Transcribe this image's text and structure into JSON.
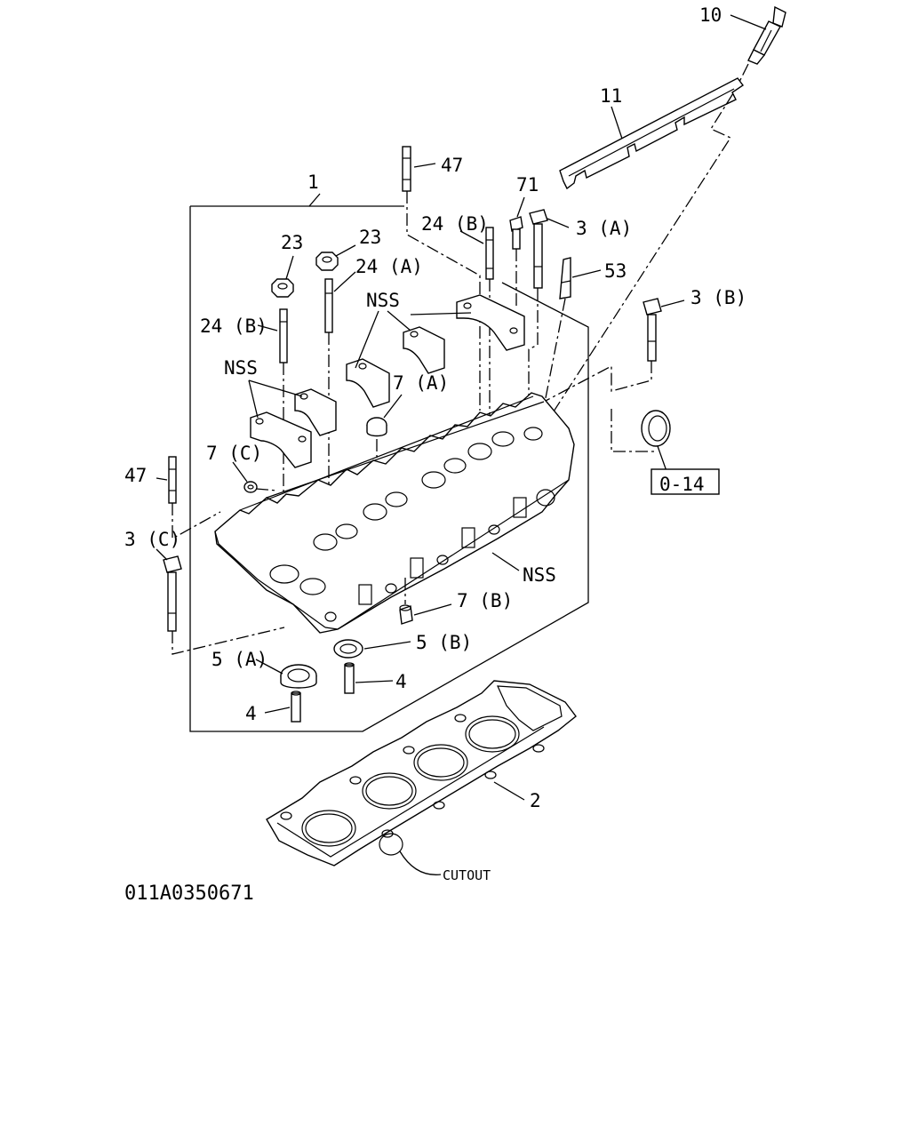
{
  "diagram_code": "011A0350671",
  "ref_box_label": "0-14",
  "labels": {
    "p10": "10",
    "p11": "11",
    "p47_top": "47",
    "p1": "1",
    "p71": "71",
    "p24b_top": "24 (B)",
    "p3a": "3 (A)",
    "p23_left": "23",
    "p23_right": "23",
    "p24a": "24 (A)",
    "p53": "53",
    "nss_top": "NSS",
    "p3b": "3 (B)",
    "p24b_left": "24 (B)",
    "nss_left": "NSS",
    "p7a": "7 (A)",
    "p7c": "7 (C)",
    "p47_left": "47",
    "p3c": "3 (C)",
    "nss_right": "NSS",
    "p7b": "7 (B)",
    "p5b": "5 (B)",
    "p5a": "5 (A)",
    "p4_right": "4",
    "p4_left": "4",
    "p2": "2",
    "cutout": "CUTOUT"
  }
}
